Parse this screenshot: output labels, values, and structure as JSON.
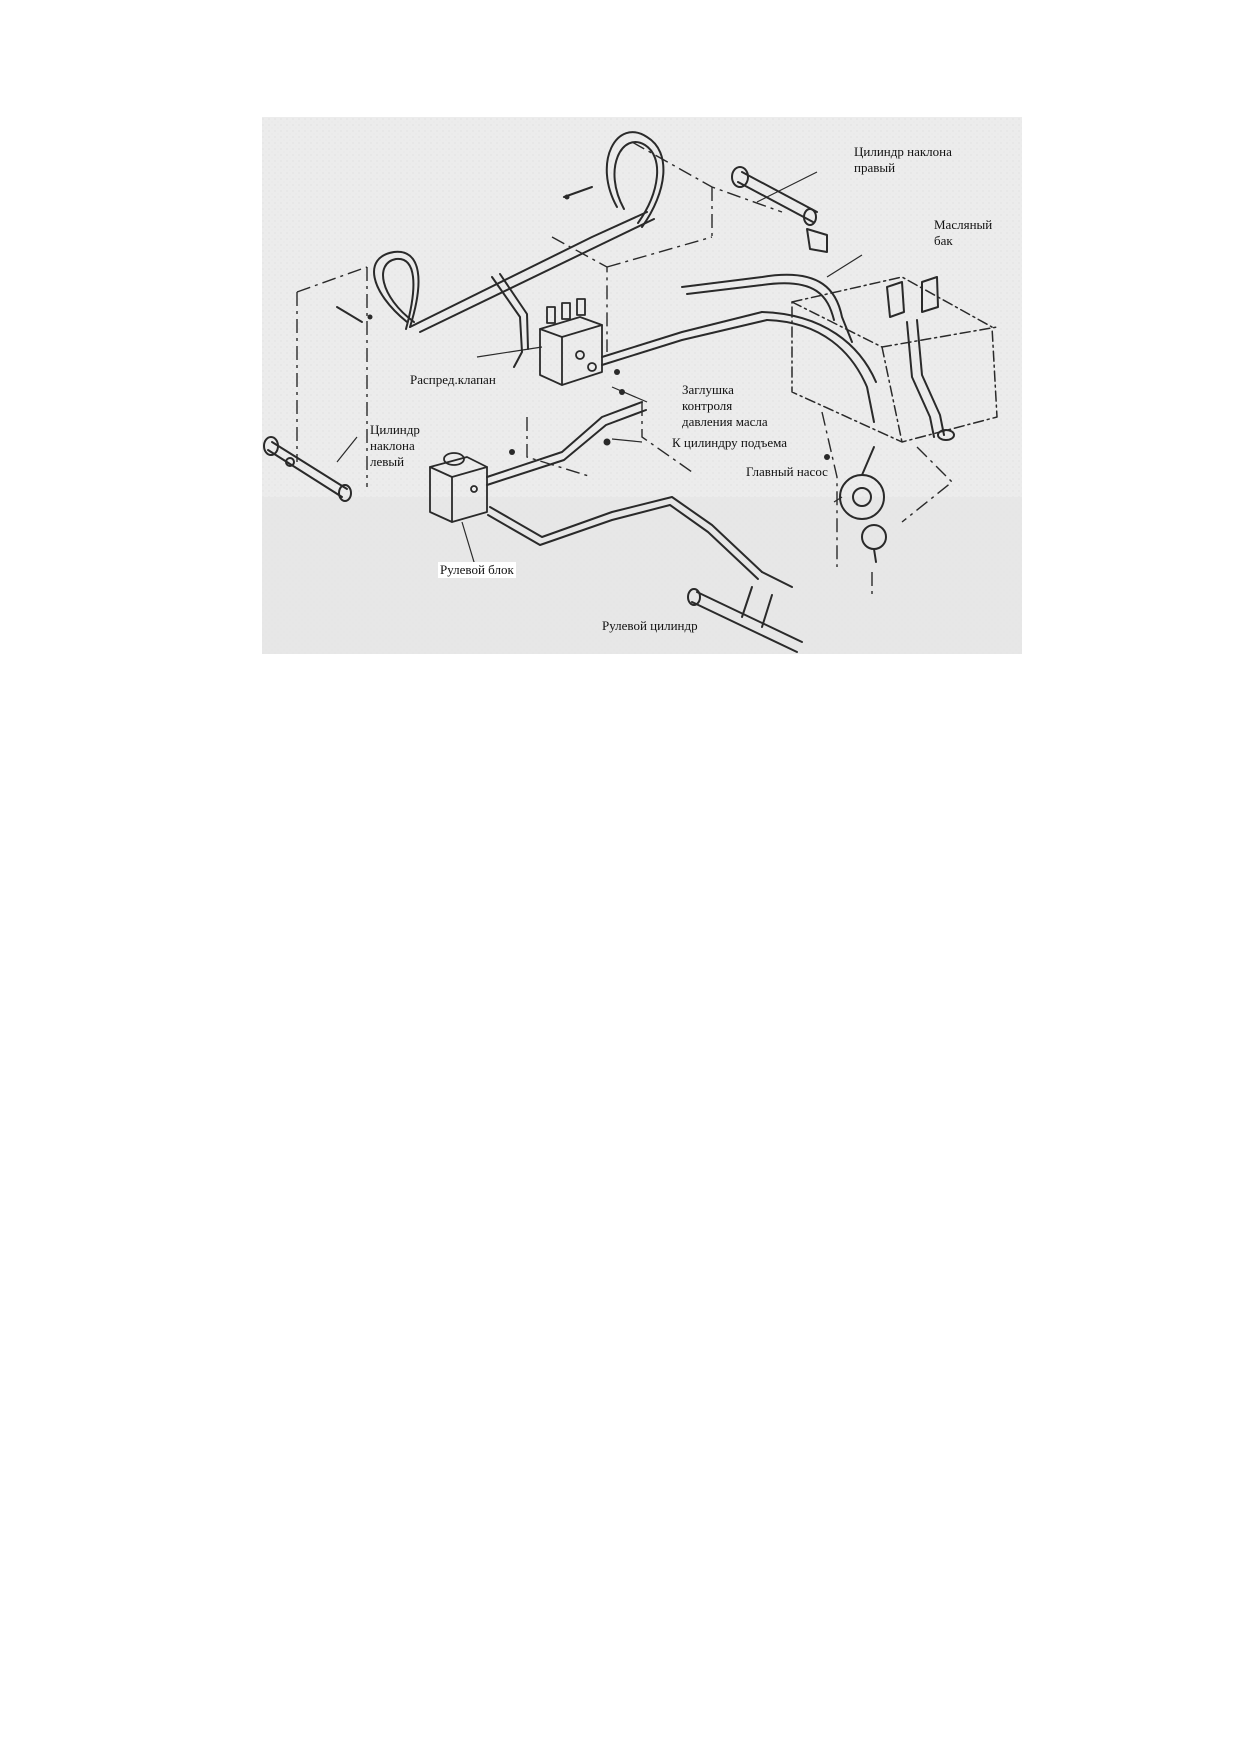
{
  "diagram": {
    "labels": {
      "tilt_cylinder_right": "Цилиндр наклона\nправый",
      "oil_tank": "Масляный\nбак",
      "control_valve": "Распред.клапан",
      "pressure_plug": "Заглушка\nконтроля\nдавления масла",
      "to_lift_cylinder": "К цилиндру подъема",
      "tilt_cylinder_left": "Цилиндр\nнаклона\nлевый",
      "main_pump": "Главный насос",
      "steering_unit": "Рулевой блок",
      "steering_cylinder": "Рулевой цилиндр"
    },
    "colors": {
      "background": "#ececec",
      "line": "#2a2a2a",
      "text": "#111111"
    }
  }
}
